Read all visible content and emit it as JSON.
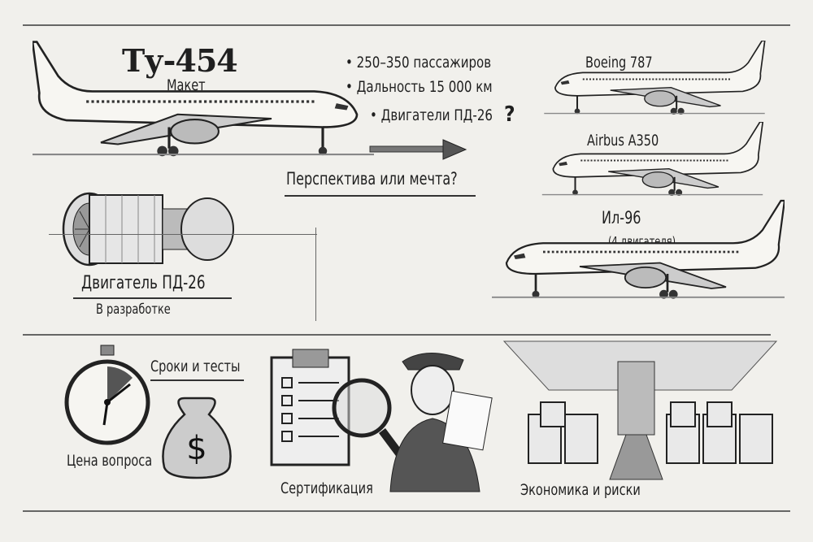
{
  "main": {
    "title": "Ту-454",
    "subtitle": "Макет",
    "specs": [
      "• 250–350 пассажиров",
      "• Дальность 15 000 км",
      "• Двигатели ПД-26"
    ],
    "question_mark": "?",
    "tagline": "Перспектива или мечта?"
  },
  "competitors": [
    {
      "name": "Boeing 787"
    },
    {
      "name": "Airbus A350"
    },
    {
      "name": "Ил-96",
      "note": "(4 двигателя)"
    }
  ],
  "engine": {
    "title": "Двигатель ПД-26",
    "status": "В разработке"
  },
  "issues": {
    "timeline": "Сроки и тесты",
    "cost": "Цена вопроса",
    "certification": "Сертификация",
    "economics": "Экономика и риски"
  },
  "colors": {
    "paper": "#f1f0ec",
    "ink": "#1f1f1f"
  }
}
